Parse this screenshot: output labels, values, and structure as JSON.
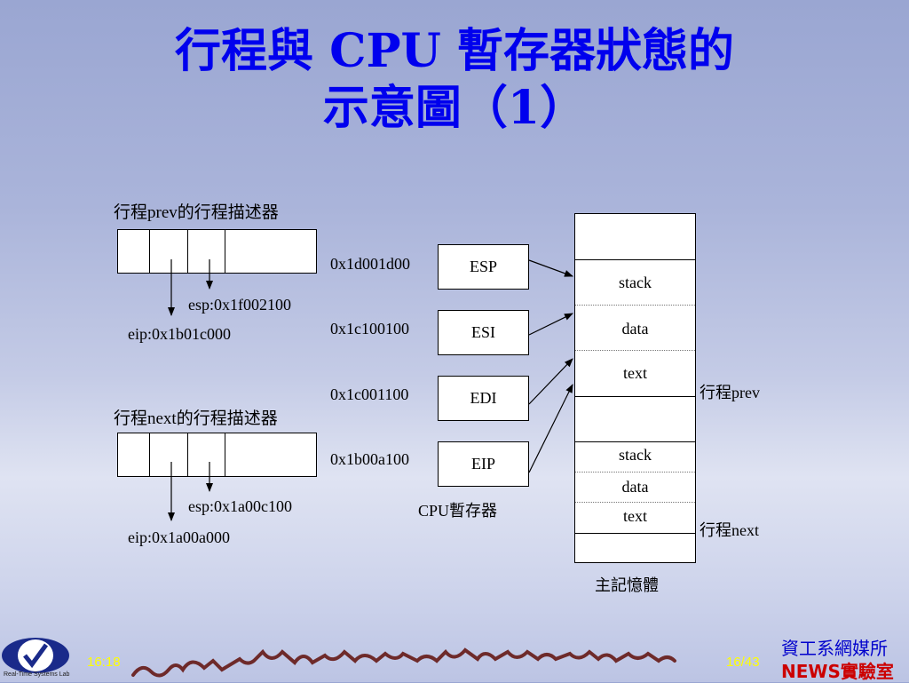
{
  "title": {
    "line1": "行程與 CPU 暫存器狀態的",
    "line2": "示意圖（1）"
  },
  "prev_descriptor": {
    "label": "行程prev的行程描述器",
    "esp": "esp:0x1f002100",
    "eip": "eip:0x1b01c000"
  },
  "next_descriptor": {
    "label": "行程next的行程描述器",
    "esp": "esp:0x1a00c100",
    "eip": "eip:0x1a00a000"
  },
  "registers": {
    "caption": "CPU暫存器",
    "items": [
      {
        "addr": "0x1d001d00",
        "name": "ESP"
      },
      {
        "addr": "0x1c100100",
        "name": "ESI"
      },
      {
        "addr": "0x1c001100",
        "name": "EDI"
      },
      {
        "addr": "0x1b00a100",
        "name": "EIP"
      }
    ]
  },
  "memory": {
    "caption": "主記憶體",
    "prev": {
      "stack": "stack",
      "data": "data",
      "text": "text",
      "label": "行程prev"
    },
    "next": {
      "stack": "stack",
      "data": "data",
      "text": "text",
      "label": "行程next"
    }
  },
  "footer": {
    "time": "16:18",
    "page": "16/43",
    "brand_line1": "資工系網媒所",
    "brand_line2": "NEWS實驗室",
    "lab_logo_text": "Real-Time Systems Lab"
  },
  "colors": {
    "title": "#0000ee",
    "time": "#ffff00",
    "brand1": "#0000cc",
    "brand2": "#cc0000"
  }
}
